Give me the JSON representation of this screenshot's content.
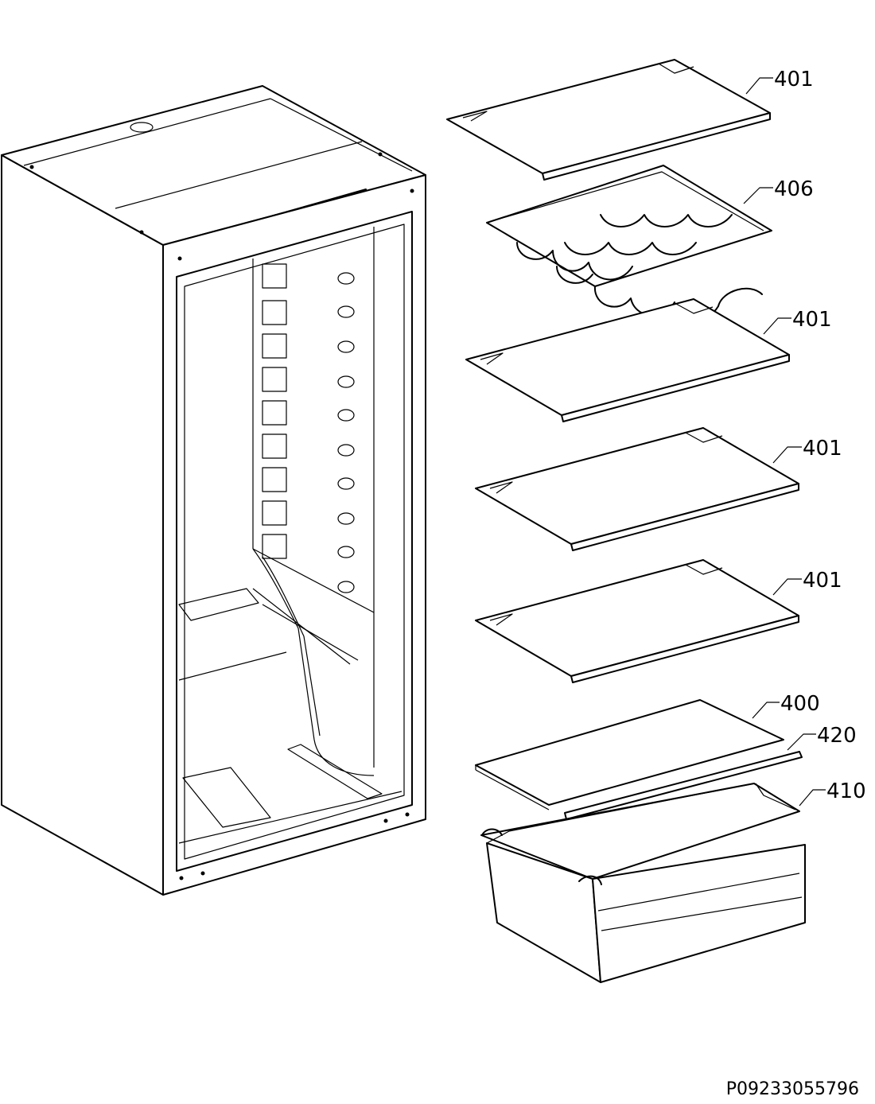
{
  "diagram": {
    "serial": "P09233055796",
    "callouts": [
      {
        "id": "shelf-top",
        "label": "401"
      },
      {
        "id": "wine-rack",
        "label": "406"
      },
      {
        "id": "shelf-2",
        "label": "401"
      },
      {
        "id": "shelf-3",
        "label": "401"
      },
      {
        "id": "shelf-4",
        "label": "401"
      },
      {
        "id": "crisper-cover",
        "label": "400"
      },
      {
        "id": "cover-trim",
        "label": "420"
      },
      {
        "id": "crisper-drawer",
        "label": "410"
      }
    ]
  }
}
